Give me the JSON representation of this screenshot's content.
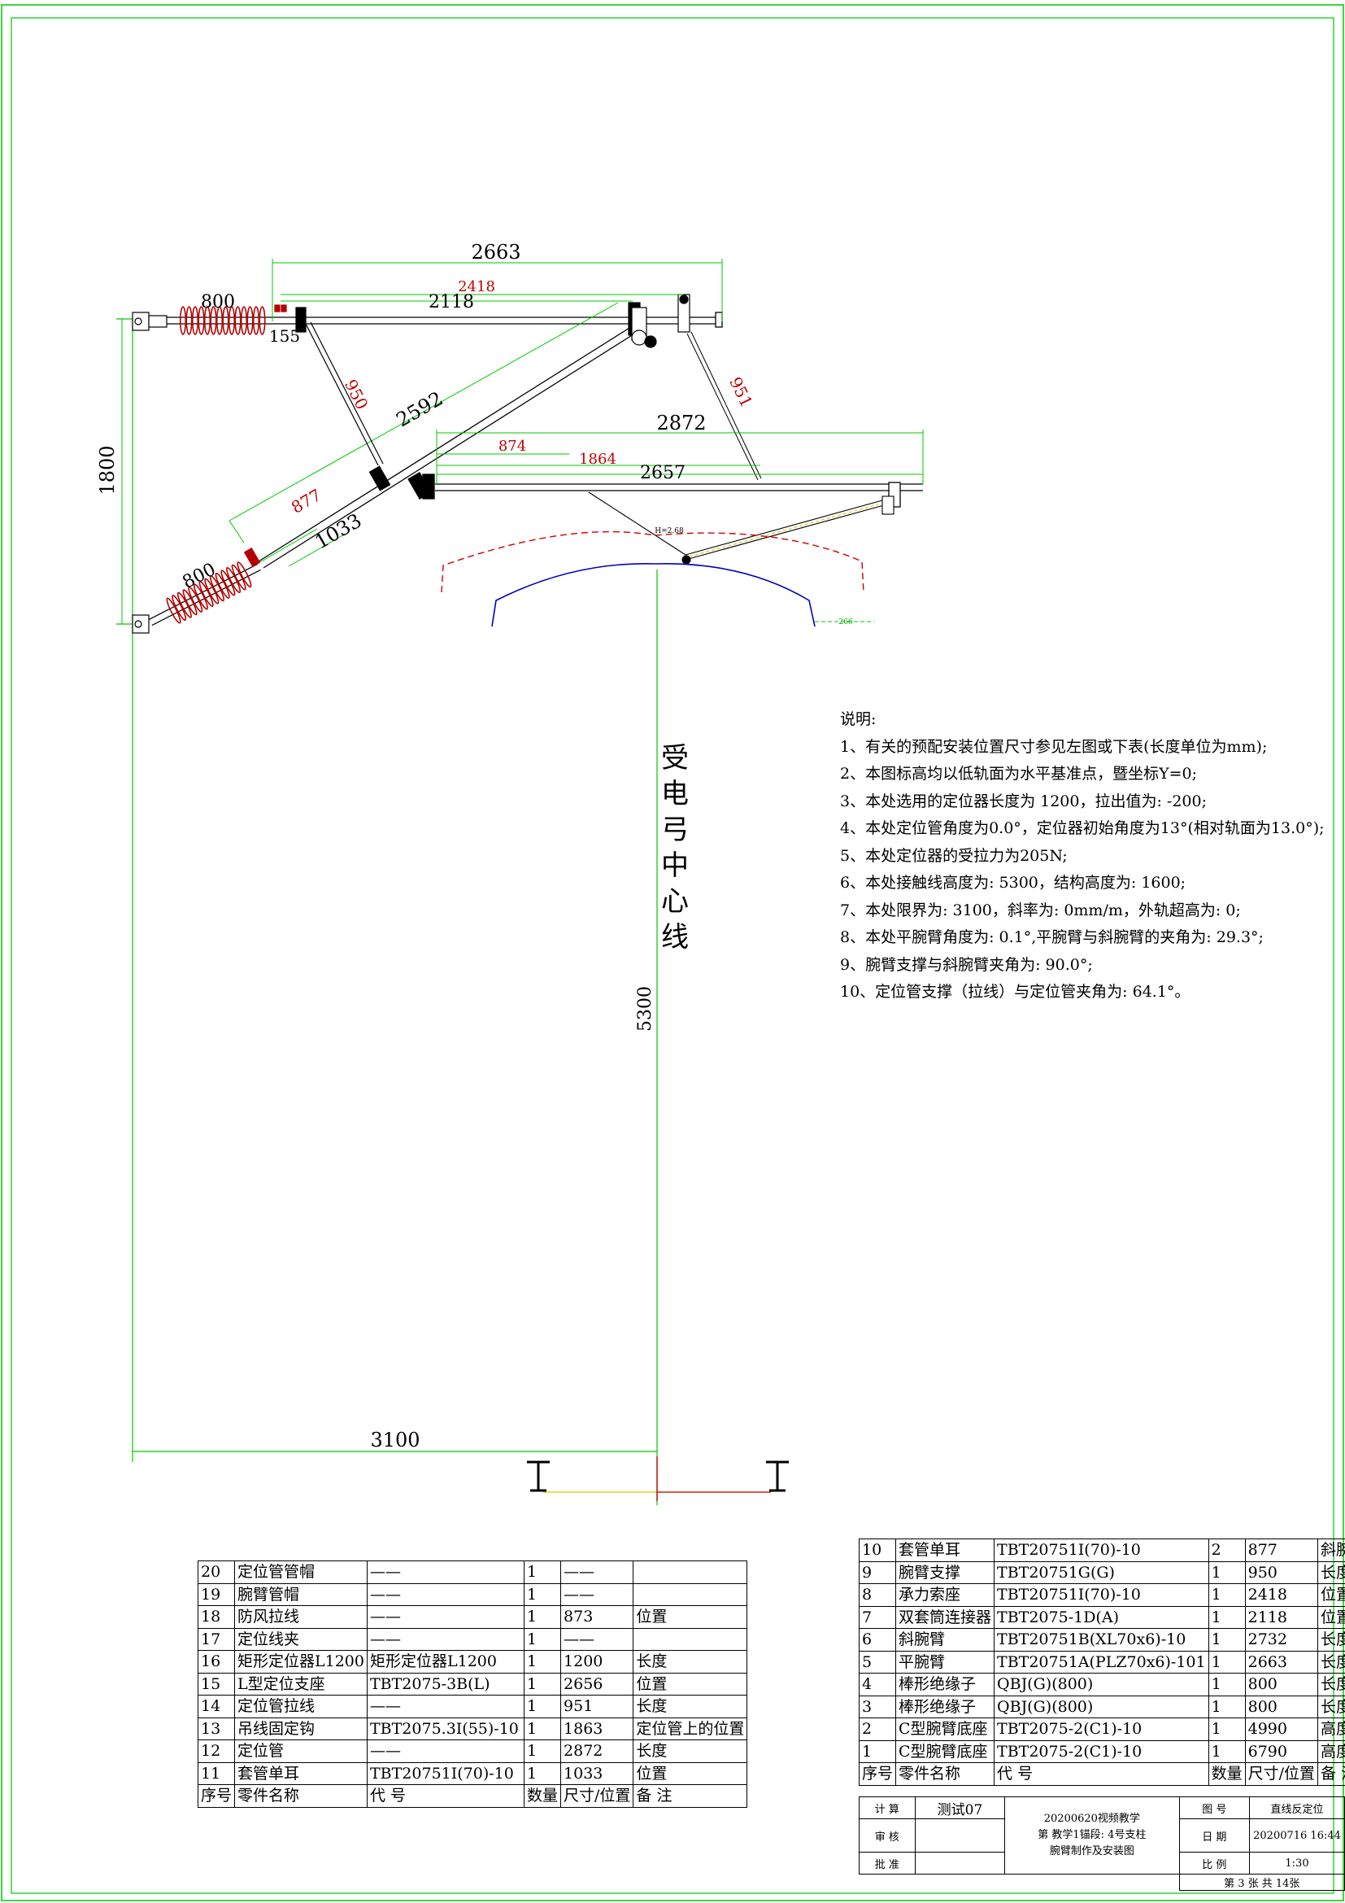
{
  "drawing": {
    "dimensions": {
      "d2663": "2663",
      "d2118": "2118",
      "d2418": "2418",
      "d800_top": "800",
      "d155": "155",
      "d950": "950",
      "d2592": "2592",
      "d951": "951",
      "d2872": "2872",
      "d874": "874",
      "d1864": "1864",
      "d2657": "2657",
      "d877": "877",
      "d1033": "1033",
      "d800_bottom": "800",
      "d1800": "1800",
      "d5300": "5300",
      "d3100": "3100"
    },
    "small_labels": {
      "h_label": "H=2.68",
      "right_label": "266"
    },
    "centerline_label": [
      "受",
      "电",
      "弓",
      "中",
      "心",
      "线"
    ]
  },
  "notes": {
    "title": "说明:",
    "items": [
      "1、有关的预配安装位置尺寸参见左图或下表(长度单位为mm);",
      "2、本图标高均以低轨面为水平基准点，暨坐标Y=0;",
      "3、本处选用的定位器长度为 1200，拉出值为: -200;",
      "4、本处定位管角度为0.0°，定位器初始角度为13°(相对轨面为13.0°);",
      "5、本处定位器的受拉力为205N;",
      "6、本处接触线高度为: 5300，结构高度为: 1600;",
      "7、本处限界为: 3100，斜率为: 0mm/m，外轨超高为: 0;",
      "8、本处平腕臂角度为: 0.1°,平腕臂与斜腕臂的夹角为: 29.3°;",
      "9、腕臂支撑与斜腕臂夹角为: 90.0°;",
      "10、定位管支撑（拉线）与定位管夹角为: 64.1°。"
    ]
  },
  "parts_left": [
    [
      "20",
      "定位管管帽",
      "——",
      "1",
      "——",
      ""
    ],
    [
      "19",
      "腕臂管帽",
      "——",
      "1",
      "——",
      ""
    ],
    [
      "18",
      "防风拉线",
      "——",
      "1",
      "873",
      "位置"
    ],
    [
      "17",
      "定位线夹",
      "——",
      "1",
      "——",
      ""
    ],
    [
      "16",
      "矩形定位器L1200",
      "矩形定位器L1200",
      "1",
      "1200",
      "长度"
    ],
    [
      "15",
      "L型定位支座",
      "TBT2075-3B(L)",
      "1",
      "2656",
      "位置"
    ],
    [
      "14",
      "定位管拉线",
      "——",
      "1",
      "951",
      "长度"
    ],
    [
      "13",
      "吊线固定钩",
      "TBT2075.3I(55)-10",
      "1",
      "1863",
      "定位管上的位置"
    ],
    [
      "12",
      "定位管",
      "——",
      "1",
      "2872",
      "长度"
    ],
    [
      "11",
      "套管单耳",
      "TBT20751I(70)-10",
      "1",
      "1033",
      "位置"
    ],
    [
      "序号",
      "零件名称",
      "代 号",
      "数量",
      "尺寸/位置",
      "备 注"
    ]
  ],
  "parts_right": [
    [
      "10",
      "套管单耳",
      "TBT20751I(70)-10",
      "2",
      "877",
      "斜腕臂位置"
    ],
    [
      "9",
      "腕臂支撑",
      "TBT20751G(G)",
      "1",
      "950",
      "长度"
    ],
    [
      "8",
      "承力索座",
      "TBT20751I(70)-10",
      "1",
      "2418",
      "位置"
    ],
    [
      "7",
      "双套筒连接器",
      "TBT2075-1D(A)",
      "1",
      "2118",
      "位置"
    ],
    [
      "6",
      "斜腕臂",
      "TBT20751B(XL70x6)-10",
      "1",
      "2732",
      "长度"
    ],
    [
      "5",
      "平腕臂",
      "TBT20751A(PLZ70x6)-101",
      "1",
      "2663",
      "长度"
    ],
    [
      "4",
      "棒形绝缘子",
      "QBJ(G)(800)",
      "1",
      "800",
      "长度"
    ],
    [
      "3",
      "棒形绝缘子",
      "QBJ(G)(800)",
      "1",
      "800",
      "长度"
    ],
    [
      "2",
      "C型腕臂底座",
      "TBT2075-2(C1)-10",
      "1",
      "4990",
      "高度"
    ],
    [
      "1",
      "C型腕臂底座",
      "TBT2075-2(C1)-10",
      "1",
      "6790",
      "高度"
    ],
    [
      "序号",
      "零件名称",
      "代 号",
      "数量",
      "尺寸/位置",
      "备 注"
    ]
  ],
  "title_block": {
    "calc_label": "计 算",
    "calc_value": "测试07",
    "review_label": "审 核",
    "approve_label": "批 准",
    "project_line1": "20200620视频教学",
    "project_line2": "第 教学1锚段: 4号支柱",
    "project_line3": "腕臂制作及安装图",
    "drawing_no_label": "图 号",
    "drawing_no_value": "直线反定位",
    "date_label": "日 期",
    "date_value": "20200716 16:44",
    "scale_label": "比 例",
    "scale_value": "1:30",
    "sheet_label": "第 3   张   共 14张"
  }
}
